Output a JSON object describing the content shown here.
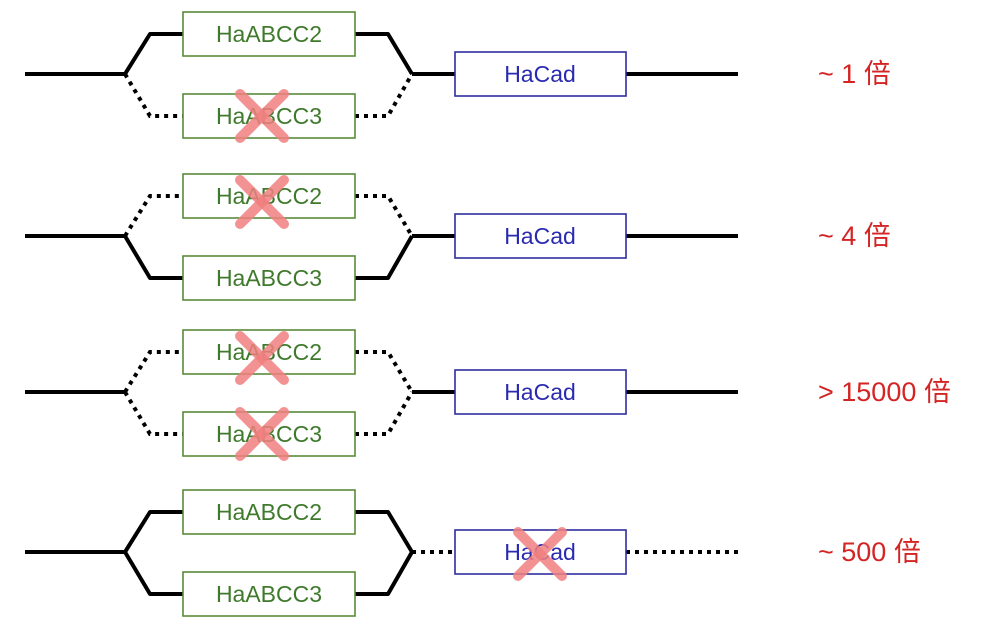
{
  "rows": [
    {
      "abcc2": {
        "label": "HaABCC2",
        "knocked_out": false
      },
      "abcc3": {
        "label": "HaABCC3",
        "knocked_out": true
      },
      "cad": {
        "label": "HaCad",
        "knocked_out": false
      },
      "result": "~ 1 倍"
    },
    {
      "abcc2": {
        "label": "HaABCC2",
        "knocked_out": true
      },
      "abcc3": {
        "label": "HaABCC3",
        "knocked_out": false
      },
      "cad": {
        "label": "HaCad",
        "knocked_out": false
      },
      "result": "~ 4 倍"
    },
    {
      "abcc2": {
        "label": "HaABCC2",
        "knocked_out": true
      },
      "abcc3": {
        "label": "HaABCC3",
        "knocked_out": true
      },
      "cad": {
        "label": "HaCad",
        "knocked_out": false
      },
      "result": "> 15000 倍"
    },
    {
      "abcc2": {
        "label": "HaABCC2",
        "knocked_out": false
      },
      "abcc3": {
        "label": "HaABCC3",
        "knocked_out": false
      },
      "cad": {
        "label": "HaCad",
        "knocked_out": true
      },
      "result": "~ 500 倍"
    }
  ],
  "colors": {
    "abcc_border": "#5a8a3a",
    "abcc_text": "#3f7a2c",
    "cad_border": "#2e2e9e",
    "cad_text": "#2a2ab0",
    "knockout_mark": "#f08080",
    "result_text": "#d42424"
  }
}
